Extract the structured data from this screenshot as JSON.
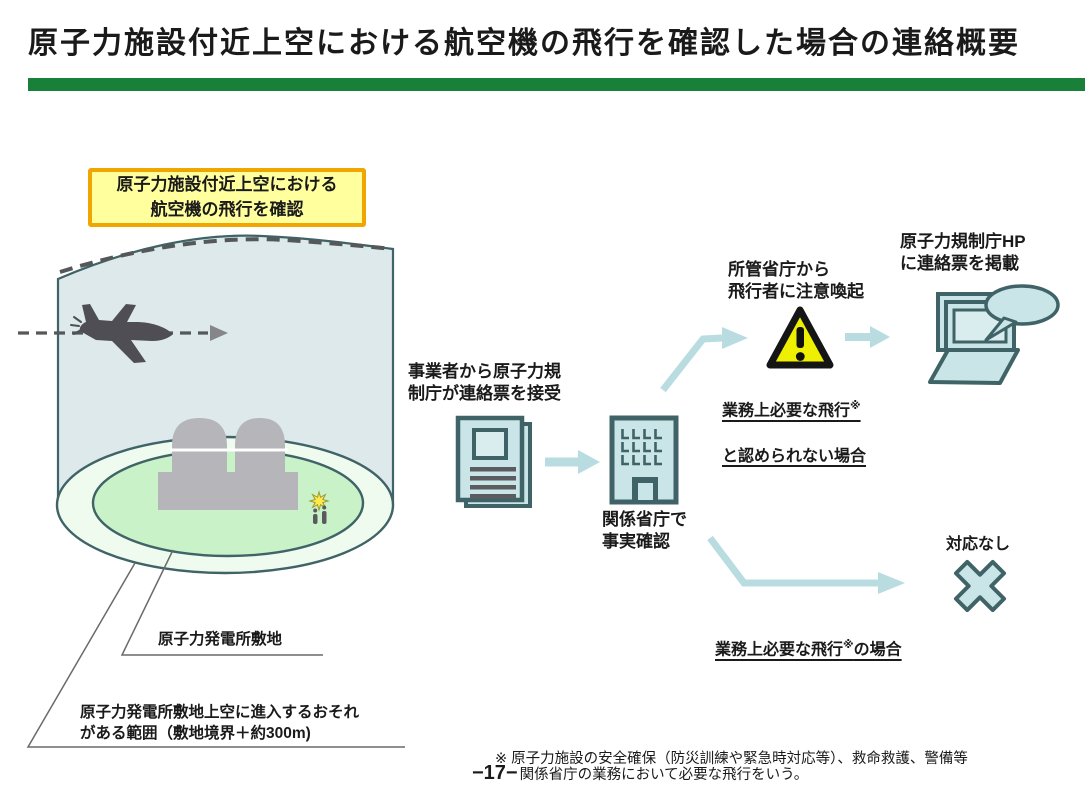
{
  "page": {
    "title": "原子力施設付近上空における航空機の飛行を確認した場合の連絡概要",
    "page_number": "−17−"
  },
  "diagram": {
    "event_box": "原子力施設付近上空における\n航空機の飛行を確認",
    "site_label": "原子力発電所敷地",
    "range_label": "原子力発電所敷地上空に進入するおそれ\nがある範囲（敷地境界＋約300m)",
    "steps": {
      "receive": "事業者から原子力規\n制庁が連絡票を接受",
      "verify": "関係省庁で\n事実確認",
      "alert": "所管省庁から\n飛行者に注意喚起",
      "publish": "原子力規制庁HP\nに連絡票を掲載",
      "no_action": "対応なし"
    },
    "cases": {
      "marker": "※",
      "not_business_l1": "業務上必要な飛行",
      "not_business_l2": "と認められない場合",
      "business_pre": "業務上必要な飛行",
      "business_post": "の場合"
    },
    "icons": {
      "airplane": "airplane-icon",
      "document": "contact-sheet-document-icon",
      "building": "ministry-building-icon",
      "warning": "warning-triangle-icon",
      "laptop": "laptop-with-speech-bubble-icon",
      "no_action": "x-cross-icon"
    }
  },
  "footnote": {
    "line1": "※ 原子力施設の安全確保（防災訓練や緊急時対応等）、救命救護、警備等",
    "line2": "関係省庁の業務において必要な飛行をいう。"
  },
  "colors": {
    "ink": "#1a1a1a",
    "accent_green": "#188038",
    "box_fill": "#ffff9e",
    "box_border": "#f0a500",
    "icon_fill": "#c9e5e7",
    "icon_inner": "#d9edee",
    "icon_border": "#3f6366",
    "arrow": "#b9dce0",
    "warning_yellow": "#eff000",
    "warning_border": "#151515",
    "sky": "#dde9eb",
    "ground_outer": "#effbef",
    "ground_inner": "#c9f2c9",
    "reactor_grey": "#b5b5ba",
    "plane_grey": "#4e4e54",
    "dash_grey": "#55585a",
    "line_grey": "#6a6a6a",
    "bar_grey": "#5c5c60"
  }
}
